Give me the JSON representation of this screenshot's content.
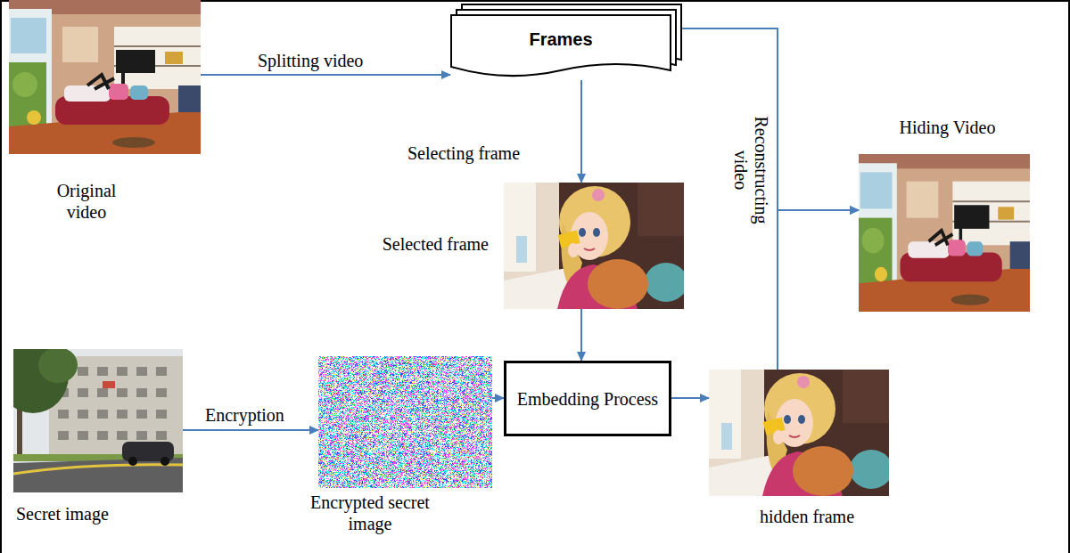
{
  "diagram": {
    "nodes": [
      {
        "text": [
          "Original video"
        ]
      },
      {
        "text": [
          "Frames"
        ]
      },
      {
        "text": [
          "Selected frame"
        ]
      },
      {
        "text": [
          "Secret image"
        ]
      },
      {
        "text": [
          "Encrypted secret image"
        ]
      },
      {
        "text": [
          "Embedding Process"
        ]
      },
      {
        "text": [
          "hidden frame"
        ]
      },
      {
        "text": [
          "Hiding Video"
        ]
      }
    ],
    "edges": [
      {
        "from": 0,
        "to": 1,
        "arrow": "to",
        "label": "Splitting video"
      },
      {
        "from": 1,
        "to": 2,
        "arrow": "to",
        "label": "Selecting frame"
      },
      {
        "from": 2,
        "to": 5,
        "arrow": "to"
      },
      {
        "from": 3,
        "to": 4,
        "arrow": "to",
        "label": "Encryption"
      },
      {
        "from": 4,
        "to": 5,
        "arrow": "to"
      },
      {
        "from": 5,
        "to": 6,
        "arrow": "to"
      },
      {
        "from": 1,
        "to": 7,
        "arrow": "to",
        "label": "Reconstructing video"
      },
      {
        "from": 6,
        "to": 7,
        "arrow": "to"
      }
    ]
  }
}
